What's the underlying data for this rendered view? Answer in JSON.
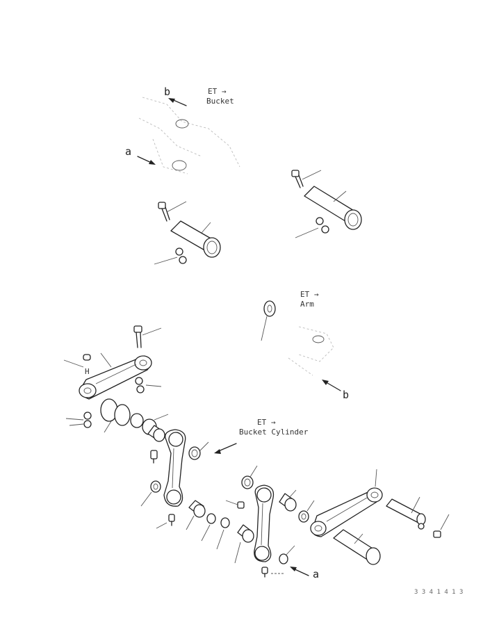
{
  "labels": {
    "bucket_top_line1": "ET →",
    "bucket_top_line2": "Bucket",
    "marker_b_top": "b",
    "marker_a_top": "a",
    "arm_line1": "ET →",
    "arm_line2": "Arm",
    "marker_b_mid": "b",
    "bucket_cyl_line1": "ET →",
    "bucket_cyl_line2": "Bucket Cylinder",
    "marker_a_bottom": "a",
    "part_h": "H",
    "drawing_code": "3 3 4 1 4 1 3"
  }
}
